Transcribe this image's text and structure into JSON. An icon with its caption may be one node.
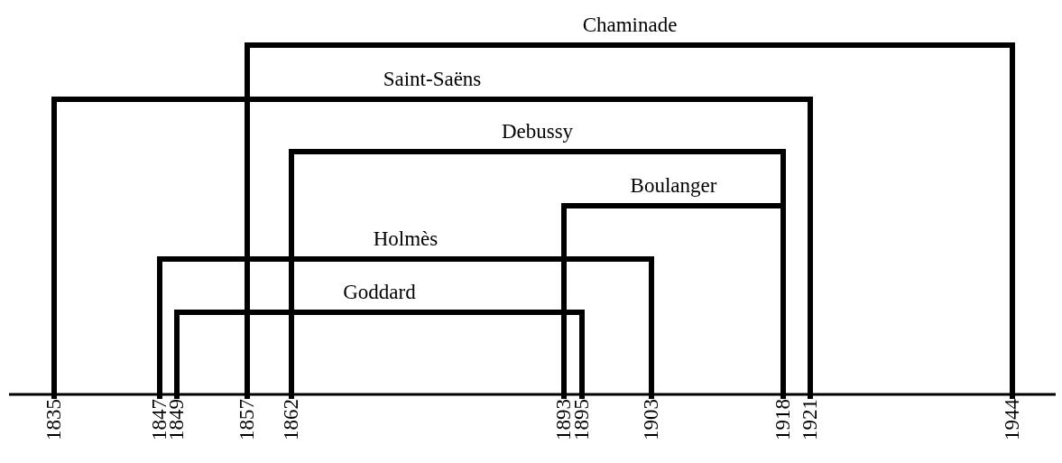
{
  "diagram": {
    "nodes": [
      {
        "text": [
          "1835"
        ]
      },
      {
        "text": [
          "1847"
        ]
      },
      {
        "text": [
          "1849"
        ]
      },
      {
        "text": [
          "1857"
        ]
      },
      {
        "text": [
          "1862"
        ]
      },
      {
        "text": [
          "1893"
        ]
      },
      {
        "text": [
          "1895"
        ]
      },
      {
        "text": [
          "1903"
        ]
      },
      {
        "text": [
          "1918"
        ]
      },
      {
        "text": [
          "1921"
        ]
      },
      {
        "text": [
          "1944"
        ]
      }
    ],
    "edges": [
      {
        "from": 3,
        "to": 10,
        "arrow": "none",
        "label": "Chaminade"
      },
      {
        "from": 0,
        "to": 9,
        "arrow": "none",
        "label": "Saint-Saëns"
      },
      {
        "from": 4,
        "to": 8,
        "arrow": "none",
        "label": "Debussy"
      },
      {
        "from": 5,
        "to": 8,
        "arrow": "none",
        "label": "Boulanger"
      },
      {
        "from": 1,
        "to": 7,
        "arrow": "none",
        "label": "Holmès"
      },
      {
        "from": 2,
        "to": 6,
        "arrow": "none",
        "label": "Goddard"
      }
    ]
  }
}
